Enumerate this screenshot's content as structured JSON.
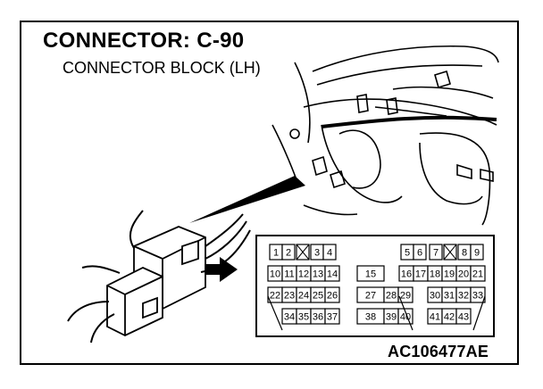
{
  "title": "CONNECTOR: C-90",
  "subtitle": "CONNECTOR BLOCK (LH)",
  "figure_code": "AC106477AE",
  "connector_pins": {
    "row1": [
      "1",
      "2",
      "3",
      "4",
      "5",
      "6",
      "7",
      "8",
      "9"
    ],
    "row2": [
      "10",
      "11",
      "12",
      "13",
      "14",
      "15",
      "16",
      "17",
      "18",
      "19",
      "20",
      "21"
    ],
    "row3": [
      "22",
      "23",
      "24",
      "25",
      "26",
      "27",
      "28",
      "29",
      "30",
      "31",
      "32",
      "33"
    ],
    "row4": [
      "34",
      "35",
      "36",
      "37",
      "38",
      "39",
      "40",
      "41",
      "42",
      "43"
    ]
  }
}
